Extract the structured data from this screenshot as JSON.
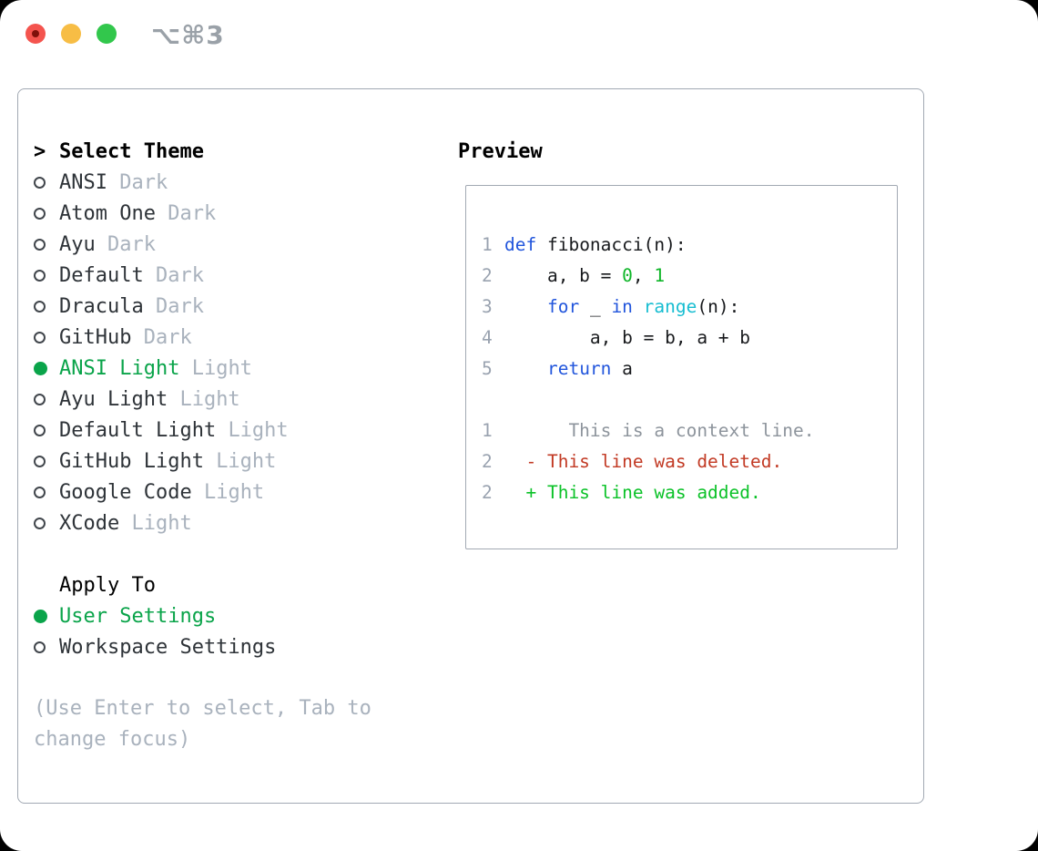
{
  "window": {
    "shortcut": "⌥⌘3"
  },
  "theme_picker": {
    "title_prefix": ">",
    "title": "Select Theme",
    "items": [
      {
        "name": "ANSI",
        "tag": "Dark",
        "selected": false
      },
      {
        "name": "Atom One",
        "tag": "Dark",
        "selected": false
      },
      {
        "name": "Ayu",
        "tag": "Dark",
        "selected": false
      },
      {
        "name": "Default",
        "tag": "Dark",
        "selected": false
      },
      {
        "name": "Dracula",
        "tag": "Dark",
        "selected": false
      },
      {
        "name": "GitHub",
        "tag": "Dark",
        "selected": false
      },
      {
        "name": "ANSI Light",
        "tag": "Light",
        "selected": true
      },
      {
        "name": "Ayu Light",
        "tag": "Light",
        "selected": false
      },
      {
        "name": "Default Light",
        "tag": "Light",
        "selected": false
      },
      {
        "name": "GitHub Light",
        "tag": "Light",
        "selected": false
      },
      {
        "name": "Google Code",
        "tag": "Light",
        "selected": false
      },
      {
        "name": "XCode",
        "tag": "Light",
        "selected": false
      }
    ]
  },
  "apply_to": {
    "title": "Apply To",
    "options": [
      {
        "label": "User Settings",
        "selected": true
      },
      {
        "label": "Workspace Settings",
        "selected": false
      }
    ]
  },
  "help_text": "(Use Enter to select, Tab to change focus)",
  "preview": {
    "title": "Preview",
    "code_lines": [
      {
        "num": "1",
        "tokens": [
          {
            "t": "def",
            "c": "keyword"
          },
          {
            "t": " fibonacci(n):",
            "c": "plain"
          }
        ]
      },
      {
        "num": "2",
        "tokens": [
          {
            "t": "    a, b = ",
            "c": "plain"
          },
          {
            "t": "0",
            "c": "number"
          },
          {
            "t": ", ",
            "c": "plain"
          },
          {
            "t": "1",
            "c": "number"
          }
        ]
      },
      {
        "num": "3",
        "tokens": [
          {
            "t": "    ",
            "c": "plain"
          },
          {
            "t": "for",
            "c": "keyword"
          },
          {
            "t": " _ ",
            "c": "plain"
          },
          {
            "t": "in",
            "c": "keyword"
          },
          {
            "t": " ",
            "c": "plain"
          },
          {
            "t": "range",
            "c": "builtin"
          },
          {
            "t": "(n):",
            "c": "plain"
          }
        ]
      },
      {
        "num": "4",
        "tokens": [
          {
            "t": "        a, b = b, a + b",
            "c": "plain"
          }
        ]
      },
      {
        "num": "5",
        "tokens": [
          {
            "t": "    ",
            "c": "plain"
          },
          {
            "t": "return",
            "c": "keyword"
          },
          {
            "t": " a",
            "c": "plain"
          }
        ]
      }
    ],
    "diff_lines": [
      {
        "num": "1",
        "tokens": [
          {
            "t": "      This is a context line.",
            "c": "context"
          }
        ]
      },
      {
        "num": "2",
        "tokens": [
          {
            "t": "  - This line was deleted.",
            "c": "deleted"
          }
        ]
      },
      {
        "num": "2",
        "tokens": [
          {
            "t": "  + This line was added.",
            "c": "added"
          }
        ]
      }
    ]
  },
  "colors": {
    "window_bg": "#ffffff",
    "panel_border": "#a2a9b3",
    "title_text": "#000000",
    "item_text": "#2e3338",
    "radio_ring": "#41464c",
    "muted_tag": "#a9b2bd",
    "help_gray": "#a9b2bd",
    "selected_green": "#0aa44a",
    "line_num": "#9aa3b0",
    "code_text": "#17191c",
    "keyword_blue": "#2155dc",
    "builtin_cyan": "#17bdd1",
    "number_green": "#0db527",
    "context_gray": "#8d949c",
    "deleted_red": "#c23a24",
    "added_green": "#0bc228",
    "traffic_red": "#f4544e",
    "traffic_red_dot": "#7e100a",
    "traffic_yellow": "#f7bd45",
    "traffic_green": "#32c74c",
    "shortcut_gray": "#9aa1a8"
  }
}
